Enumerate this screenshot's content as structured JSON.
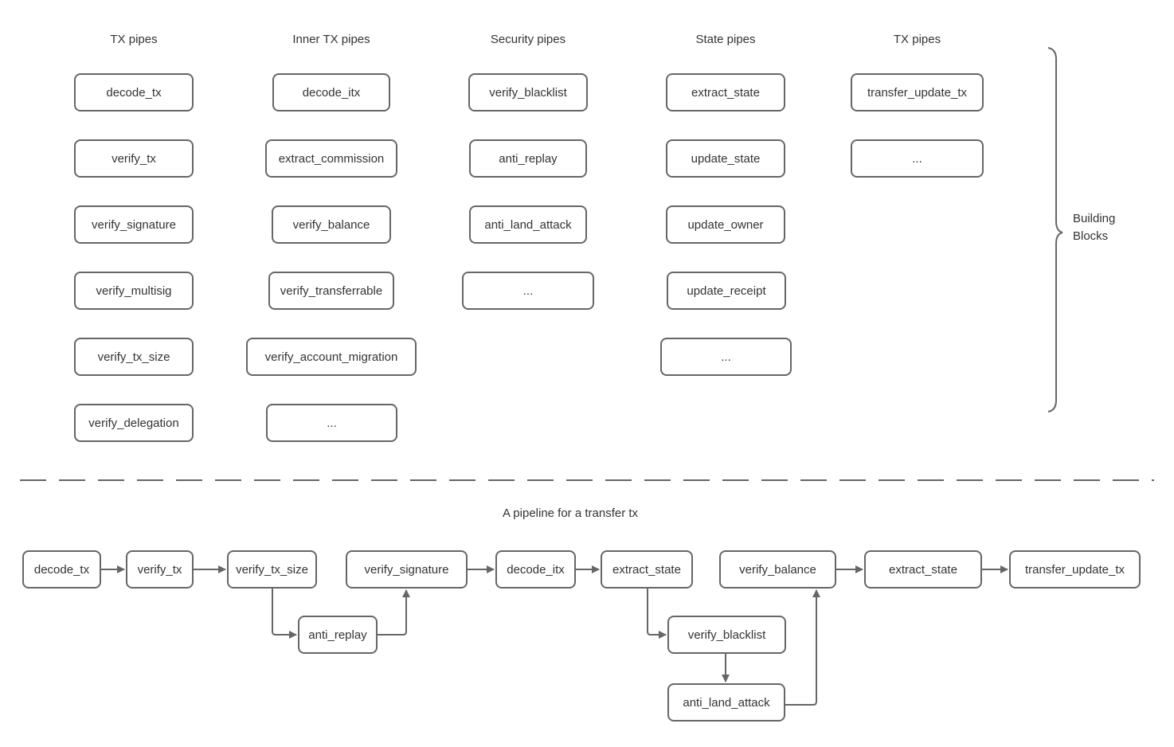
{
  "diagram": {
    "building_blocks": {
      "brace_label": "Building Blocks",
      "columns": [
        {
          "header": "TX pipes",
          "items": [
            "decode_tx",
            "verify_tx",
            "verify_signature",
            "verify_multisig",
            "verify_tx_size",
            "verify_delegation"
          ]
        },
        {
          "header": "Inner TX pipes",
          "items": [
            "decode_itx",
            "extract_commission",
            "verify_balance",
            "verify_transferrable",
            "verify_account_migration",
            "..."
          ]
        },
        {
          "header": "Security pipes",
          "items": [
            "verify_blacklist",
            "anti_replay",
            "anti_land_attack",
            "..."
          ]
        },
        {
          "header": "State pipes",
          "items": [
            "extract_state",
            "update_state",
            "update_owner",
            "update_receipt",
            "..."
          ]
        },
        {
          "header": "TX pipes",
          "items": [
            "transfer_update_tx",
            "..."
          ]
        }
      ]
    },
    "pipeline": {
      "title": "A pipeline for a transfer tx",
      "main_row": [
        "decode_tx",
        "verify_tx",
        "verify_tx_size",
        "verify_signature",
        "decode_itx",
        "extract_state",
        "verify_balance",
        "extract_state",
        "transfer_update_tx"
      ],
      "branches": [
        "anti_replay",
        "verify_blacklist",
        "anti_land_attack"
      ]
    },
    "colors": {
      "stroke": "#666666",
      "text": "#333333",
      "background": "#ffffff"
    }
  }
}
